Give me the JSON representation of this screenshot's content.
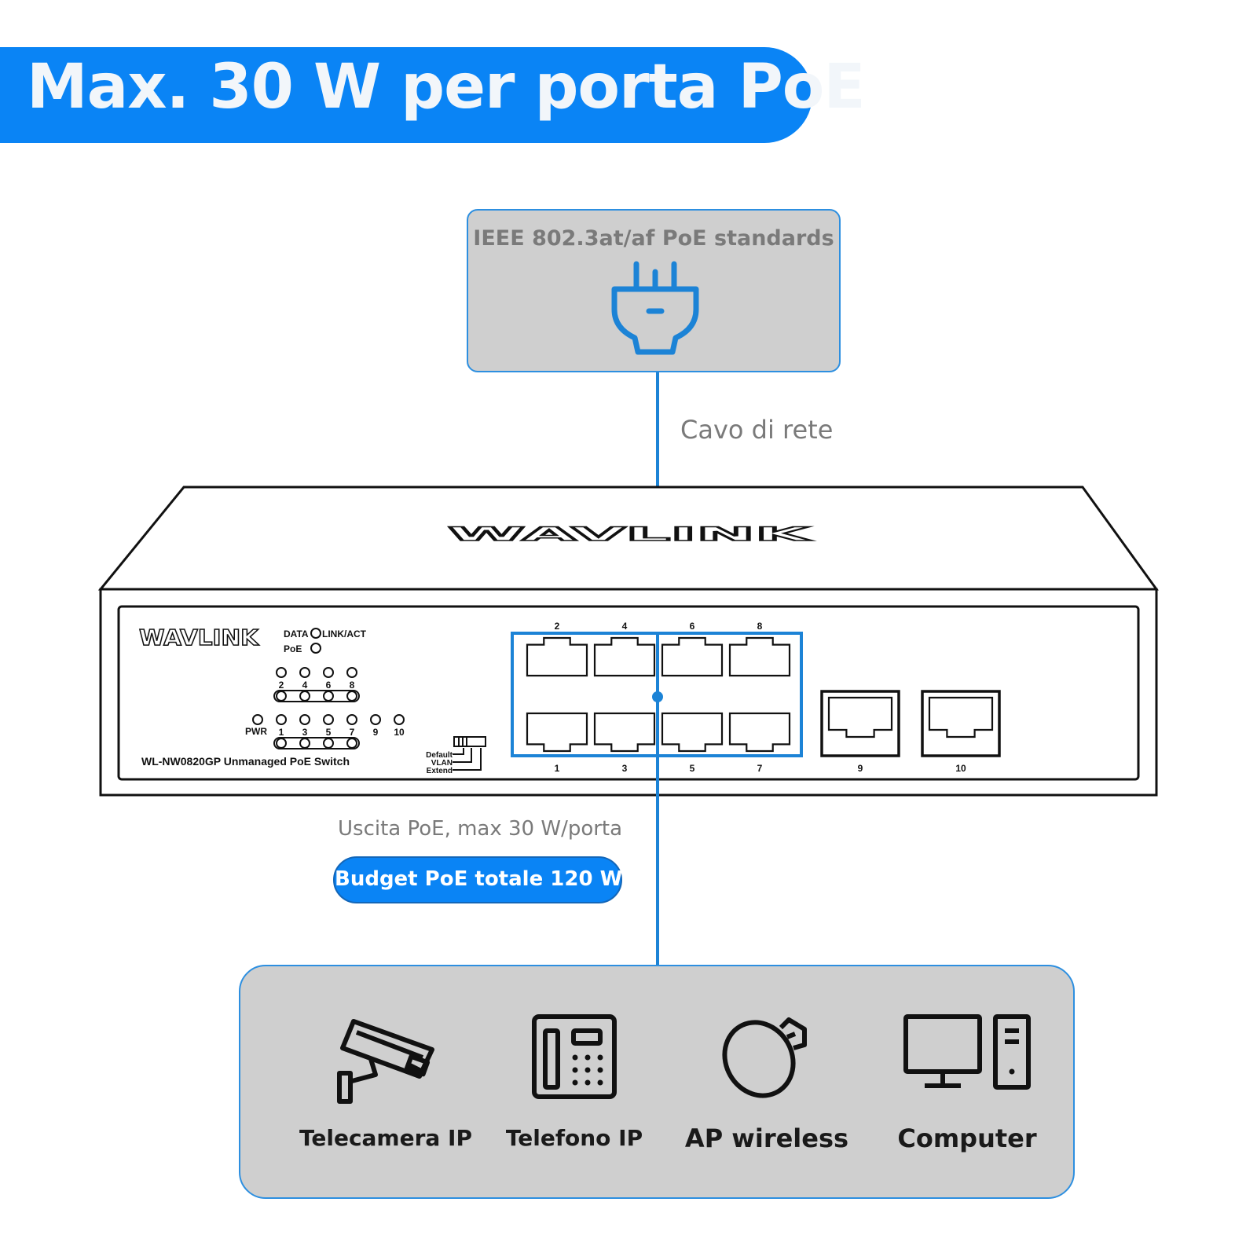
{
  "banner": {
    "title": "Max. 30 W per porta PoE"
  },
  "standard": {
    "title": "IEEE 802.3at/af PoE standards",
    "icon": "plug-icon"
  },
  "cable": {
    "label": "Cavo di rete"
  },
  "switch": {
    "top_logo": "WAVLINK",
    "front_logo": "WAVLINK",
    "model": "WL-NW0820GP Unmanaged PoE Switch",
    "legend_data": "DATA",
    "legend_link": "LINK/ACT",
    "legend_poe": "PoE",
    "pwr_label": "PWR",
    "led_top_numbers": [
      "2",
      "4",
      "6",
      "8"
    ],
    "led_bottom_numbers": [
      "1",
      "3",
      "5",
      "7",
      "9",
      "10"
    ],
    "dip_labels": [
      "Default",
      "VLAN",
      "Extend"
    ],
    "poe_ports_top": [
      "2",
      "4",
      "6",
      "8"
    ],
    "poe_ports_bottom": [
      "1",
      "3",
      "5",
      "7"
    ],
    "uplink_ports": [
      "9",
      "10"
    ]
  },
  "output": {
    "label": "Uscita PoE, max 30 W/porta",
    "budget": "Budget PoE totale 120 W"
  },
  "devices": [
    {
      "label": "Telecamera IP",
      "icon": "ip-camera-icon"
    },
    {
      "label": "Telefono IP",
      "icon": "ip-phone-icon"
    },
    {
      "label": "AP wireless",
      "icon": "wireless-ap-icon"
    },
    {
      "label": "Computer",
      "icon": "computer-icon"
    }
  ],
  "colors": {
    "accent": "#0a84f5",
    "panel": "#cfcfcf",
    "line": "#1c83d6"
  }
}
